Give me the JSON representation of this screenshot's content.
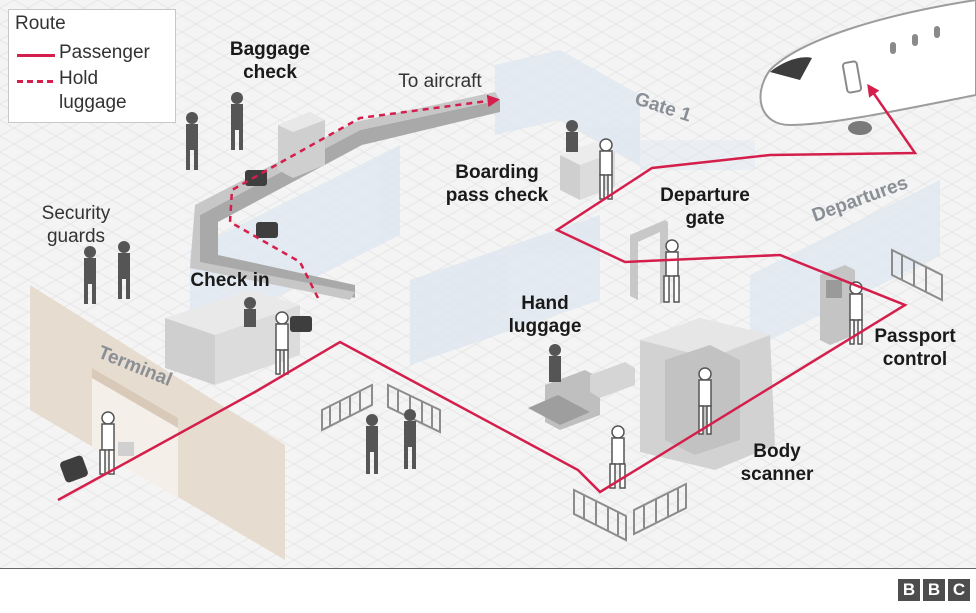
{
  "legend": {
    "title": "Route",
    "passenger": "Passenger",
    "hold_line1": "Hold",
    "hold_line2": "luggage"
  },
  "labels": {
    "baggage_check": "Baggage\ncheck",
    "to_aircraft": "To aircraft",
    "gate": "Gate 1",
    "boarding_pass_check": "Boarding\npass check",
    "departure_gate": "Departure\ngate",
    "departures": "Departures",
    "security_guards": "Security\nguards",
    "check_in": "Check in",
    "hand_luggage": "Hand\nluggage",
    "terminal": "Terminal",
    "passport_control": "Passport\ncontrol",
    "body_scanner": "Body\nscanner"
  },
  "footer": {
    "logo": [
      "B",
      "B",
      "C"
    ]
  },
  "colors": {
    "route": "#d41f4c",
    "wall_blue": "#dfe8f0",
    "terminal_wall": "#e6d9cc",
    "floor": "#f4f4f4",
    "machine": "#bdbdbd"
  }
}
